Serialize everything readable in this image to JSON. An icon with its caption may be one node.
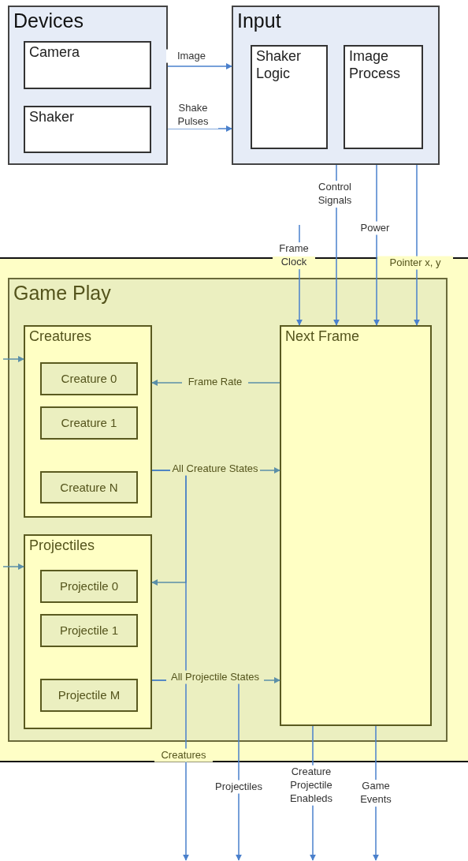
{
  "diagram": {
    "nodes": [
      {
        "text": [
          "Devices"
        ]
      },
      {
        "text": [
          "Camera"
        ],
        "in": 0
      },
      {
        "text": [
          "Shaker"
        ],
        "in": 0
      },
      {
        "text": [
          "Input"
        ]
      },
      {
        "text": [
          "Shaker Logic"
        ],
        "in": 3
      },
      {
        "text": [
          "Image Process"
        ],
        "in": 3
      },
      {
        "text": [],
        "shape": "band"
      },
      {
        "text": [
          "Game Play"
        ],
        "in": 6
      },
      {
        "text": [
          "Creatures"
        ],
        "in": 7
      },
      {
        "text": [
          "Creature 0"
        ],
        "in": 8
      },
      {
        "text": [
          "Creature 1"
        ],
        "in": 8
      },
      {
        "text": [
          "Creature N"
        ],
        "in": 8
      },
      {
        "text": [
          "Projectiles"
        ],
        "in": 7
      },
      {
        "text": [
          "Projectile 0"
        ],
        "in": 12
      },
      {
        "text": [
          "Projectile 1"
        ],
        "in": 12
      },
      {
        "text": [
          "Projectile M"
        ],
        "in": 12
      },
      {
        "text": [
          "Next Frame"
        ],
        "in": 7
      }
    ],
    "edges": [
      {
        "from": 0,
        "to": 3,
        "arrow": "to",
        "label": "Image"
      },
      {
        "from": 0,
        "to": 3,
        "arrow": "to",
        "label": "Shake Pulses"
      },
      {
        "from": 3,
        "to": 16,
        "arrow": "to",
        "label": "Control Signals"
      },
      {
        "from": 3,
        "to": 16,
        "arrow": "to",
        "label": "Power"
      },
      {
        "from": 3,
        "to": 16,
        "arrow": "to",
        "label": "Pointer x, y"
      },
      {
        "from": null,
        "to": 16,
        "arrow": "to",
        "label": "Frame Clock"
      },
      {
        "from": null,
        "to": 8,
        "arrow": "to",
        "color": "#5b8fa8"
      },
      {
        "from": null,
        "to": 12,
        "arrow": "to",
        "color": "#5b8fa8"
      },
      {
        "from": 16,
        "to": 8,
        "arrow": "to",
        "label": "Frame Rate",
        "color": "#5b8fa8"
      },
      {
        "from": 8,
        "to": 16,
        "arrow": "to",
        "label": "All Creature States",
        "color": "#5b8fa8"
      },
      {
        "from": 8,
        "to": 12,
        "arrow": "to",
        "color": "#5b8fa8"
      },
      {
        "from": 8,
        "to": null,
        "arrow": "to",
        "label": "Creatures"
      },
      {
        "from": 12,
        "to": 16,
        "arrow": "to",
        "label": "All Projectile States",
        "color": "#5b8fa8"
      },
      {
        "from": 12,
        "to": null,
        "arrow": "to",
        "label": "Projectiles"
      },
      {
        "from": 16,
        "to": null,
        "arrow": "to",
        "label": "Creature Projectile Enableds"
      },
      {
        "from": 16,
        "to": null,
        "arrow": "to",
        "label": "Game Events"
      }
    ]
  }
}
